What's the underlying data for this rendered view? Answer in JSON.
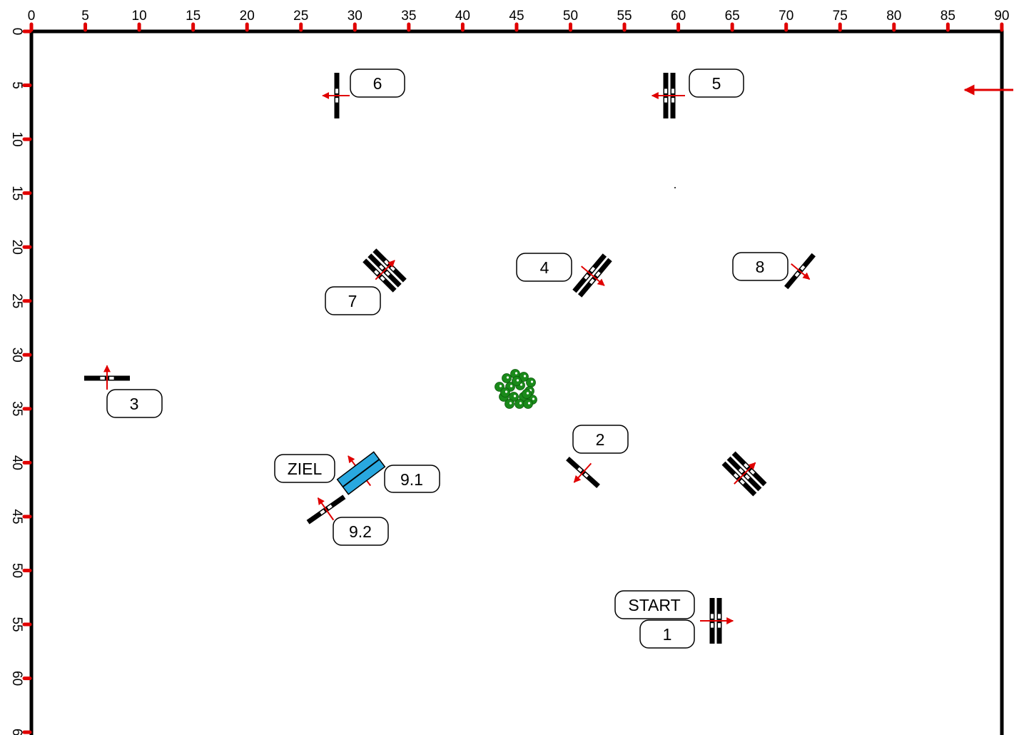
{
  "course": {
    "x_ticks": [
      "0",
      "5",
      "10",
      "15",
      "20",
      "25",
      "30",
      "35",
      "40",
      "45",
      "50",
      "55",
      "60",
      "65",
      "70",
      "75",
      "80",
      "85",
      "90"
    ],
    "y_ticks": [
      "0",
      "5",
      "10",
      "15",
      "20",
      "25",
      "30",
      "35",
      "40",
      "45",
      "50",
      "55",
      "60",
      "6"
    ],
    "labels": {
      "start": "START",
      "ziel": "ZIEL",
      "n1": "1",
      "n2": "2",
      "n3": "3",
      "n4": "4",
      "n5": "5",
      "n6": "6",
      "n7": "7",
      "n8": "8",
      "n91": "9.1",
      "n92": "9.2"
    },
    "colors": {
      "frame": "#000000",
      "tick": "#e00000",
      "arrow": "#e00000",
      "bar": "#000000",
      "ziel_fill": "#29a8df",
      "bush": "#1a8a1a"
    },
    "icons": [
      "direction-arrow-icon",
      "jump-obstacle-icon",
      "bush-icon"
    ]
  }
}
